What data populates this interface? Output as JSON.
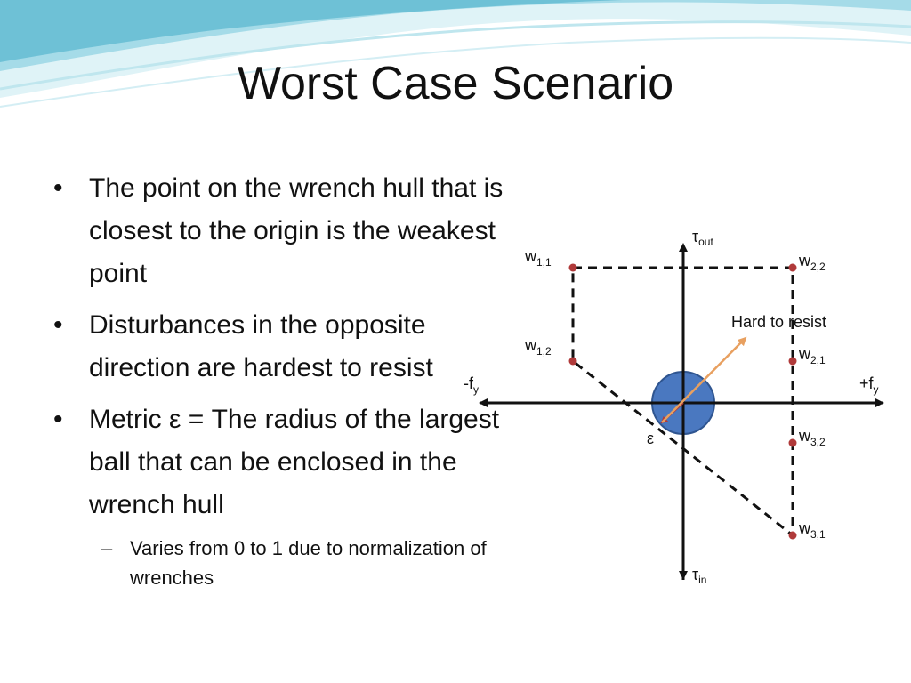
{
  "slide": {
    "title": "Worst Case Scenario",
    "bullets": [
      "The point on the wrench hull that is closest to the origin is the weakest point",
      "Disturbances in the opposite direction are hardest to resist",
      "Metric ε = The radius of the largest ball that can be enclosed in the wrench hull"
    ],
    "sub_bullet": "Varies from 0 to 1 due to normalization of wrenches",
    "bullet_glyph": "•",
    "dash_glyph": "–"
  },
  "diagram": {
    "axis_labels": {
      "tau": "τ",
      "tau_out_sub": "out",
      "tau_in_sub": "in",
      "neg_f": "-f",
      "pos_f": "+f",
      "f_sub": "y"
    },
    "points": [
      {
        "base": "w",
        "sub": "1,1"
      },
      {
        "base": "w",
        "sub": "2,2"
      },
      {
        "base": "w",
        "sub": "1,2"
      },
      {
        "base": "w",
        "sub": "2,1"
      },
      {
        "base": "w",
        "sub": "3,2"
      },
      {
        "base": "w",
        "sub": "3,1"
      }
    ],
    "epsilon_label": "ε",
    "arrow_label": "Hard to resist"
  },
  "colors": {
    "ball": "#4a78c0",
    "ball_stroke": "#2f5590",
    "point": "#b03a3a",
    "arrow": "#e8a060",
    "banner_light": "#dff3f7",
    "banner_mid": "#9fd8e6",
    "banner_deep": "#5cb8d0"
  }
}
